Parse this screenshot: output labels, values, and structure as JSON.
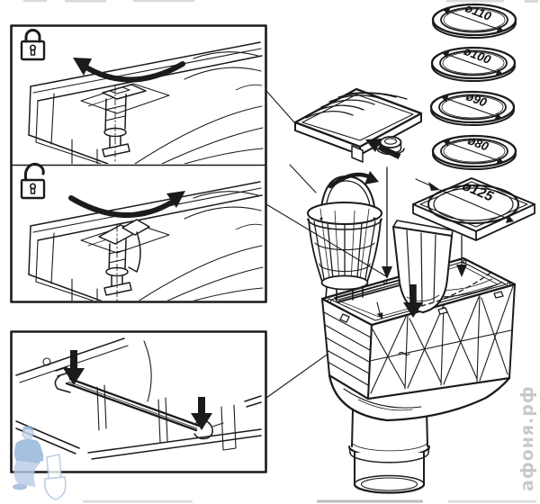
{
  "figure": "drain-gully-assembly-instructions",
  "colors": {
    "line": "#1b1b1b",
    "background": "#ffffff",
    "watermark": "#c6c6c6",
    "mascot_blue": "#8fb2d8"
  },
  "icons": {
    "locked": "lock-closed-icon",
    "unlocked": "lock-open-icon",
    "rotate_ccw": "rotate-counterclockwise-arrow-icon",
    "rotate_cw": "rotate-clockwise-arrow-icon",
    "down": "down-arrow-icon"
  },
  "adapter_discs": [
    {
      "label": "ø110"
    },
    {
      "label": "ø100"
    },
    {
      "label": "ø90"
    },
    {
      "label": "ø80"
    }
  ],
  "top_frame": {
    "label": "ø125"
  },
  "watermark": {
    "text": "афоня.рф"
  }
}
